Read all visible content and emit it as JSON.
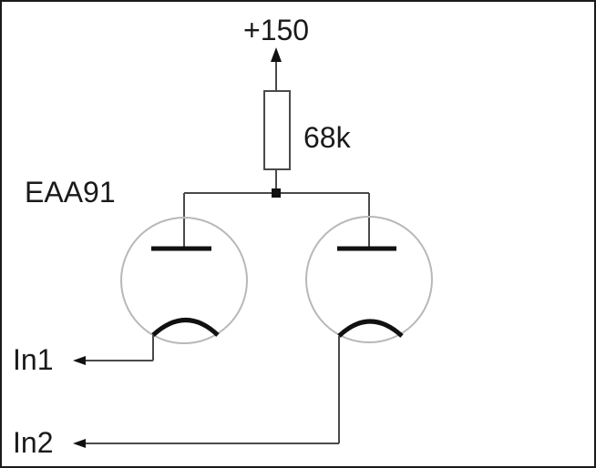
{
  "diagram": {
    "supply_label": "+150",
    "resistor_label": "68k",
    "tube_label": "EAA91",
    "input1_label": "In1",
    "input2_label": "In2"
  },
  "colors": {
    "wire": "#4a4a4a",
    "tube_envelope": "#b8b8b8",
    "electrode": "#111111",
    "text": "#1a1a1a",
    "background": "#ffffff"
  }
}
